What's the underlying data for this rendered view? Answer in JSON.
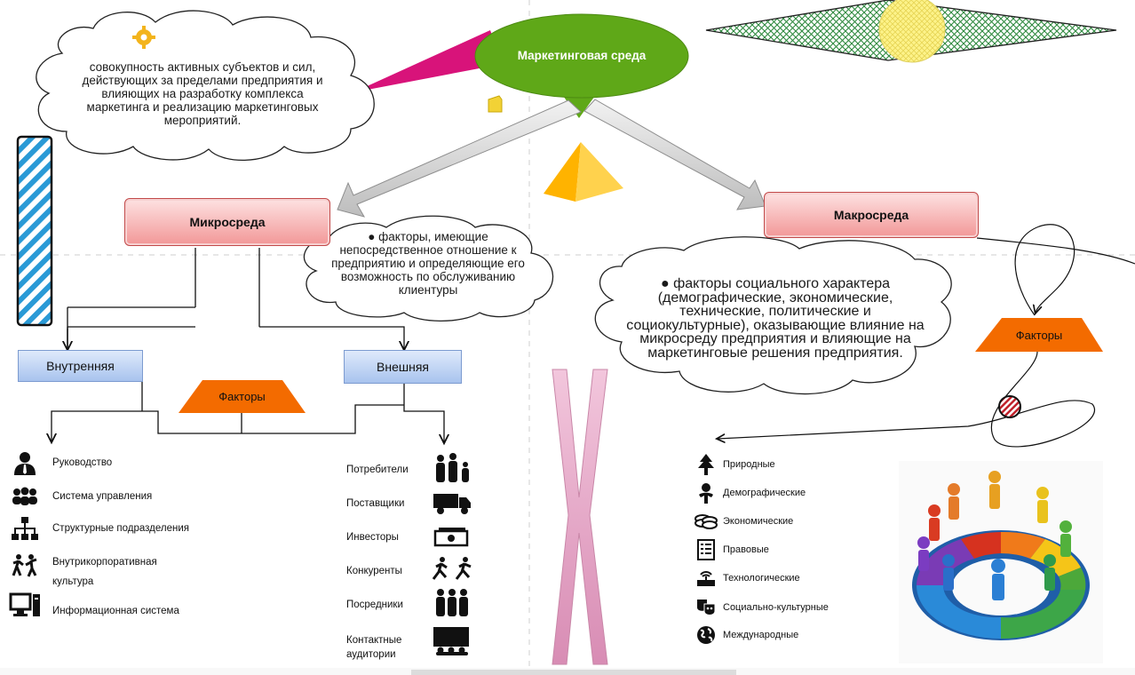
{
  "title": {
    "main": "Маркетинговая среда"
  },
  "definition_cloud": {
    "text": "совокупность активных субъектов и сил, действующих за пределами предприятия и влияющих на разработку комплекса маркетинга и реализацию маркетинговых мероприятий."
  },
  "micro": {
    "title": "Микросреда",
    "cloud_text": "факторы, имеющие непосредственное отношение к предприятию и определяющие его возможность по обслуживанию клиентуры",
    "internal_label": "Внутренняя",
    "external_label": "Внешняя",
    "factors_label": "Факторы",
    "internal_items": [
      {
        "label": "Руководство",
        "icon": "manager-icon"
      },
      {
        "label": "Система управления",
        "icon": "group-icon"
      },
      {
        "label": "Структурные подразделения",
        "icon": "org-chart-icon"
      },
      {
        "label": "Внутрикорпоративная культура",
        "icon": "dancers-icon"
      },
      {
        "label": "Информационная система",
        "icon": "computer-icon"
      }
    ],
    "external_items": [
      {
        "label": "Потребители",
        "icon": "family-icon"
      },
      {
        "label": "Поставщики",
        "icon": "truck-icon"
      },
      {
        "label": "Инвесторы",
        "icon": "money-icon"
      },
      {
        "label": "Конкуренты",
        "icon": "runners-icon"
      },
      {
        "label": "Посредники",
        "icon": "people-icon"
      },
      {
        "label": "Контактные аудитории",
        "icon": "audience-icon"
      }
    ]
  },
  "macro": {
    "title": "Макросреда",
    "cloud_text": "факторы социального характера (демографические, экономические, технические, политические и социокультурные), оказывающие влияние на микросреду предприятия и влияющие на маркетинговые решения предприятия.",
    "factors_label": "Факторы",
    "items": [
      {
        "label": "Природные",
        "icon": "tree-icon"
      },
      {
        "label": "Демографические",
        "icon": "baby-icon"
      },
      {
        "label": "Экономические",
        "icon": "coins-icon"
      },
      {
        "label": "Правовые",
        "icon": "checklist-icon"
      },
      {
        "label": "Технологические",
        "icon": "router-icon"
      },
      {
        "label": "Социально-культурные",
        "icon": "theater-masks-icon"
      },
      {
        "label": "Международные",
        "icon": "globe-icon"
      }
    ]
  },
  "colors": {
    "title_ellipse": "#5fa818",
    "pink_box": "#f29797",
    "blue_box": "#a8c3ee",
    "factors_trapezoid": "#f36b00",
    "magenta_wedge": "#d8137a",
    "pink_x": "#e3a6c6",
    "pyramid": "#ffc21f"
  }
}
